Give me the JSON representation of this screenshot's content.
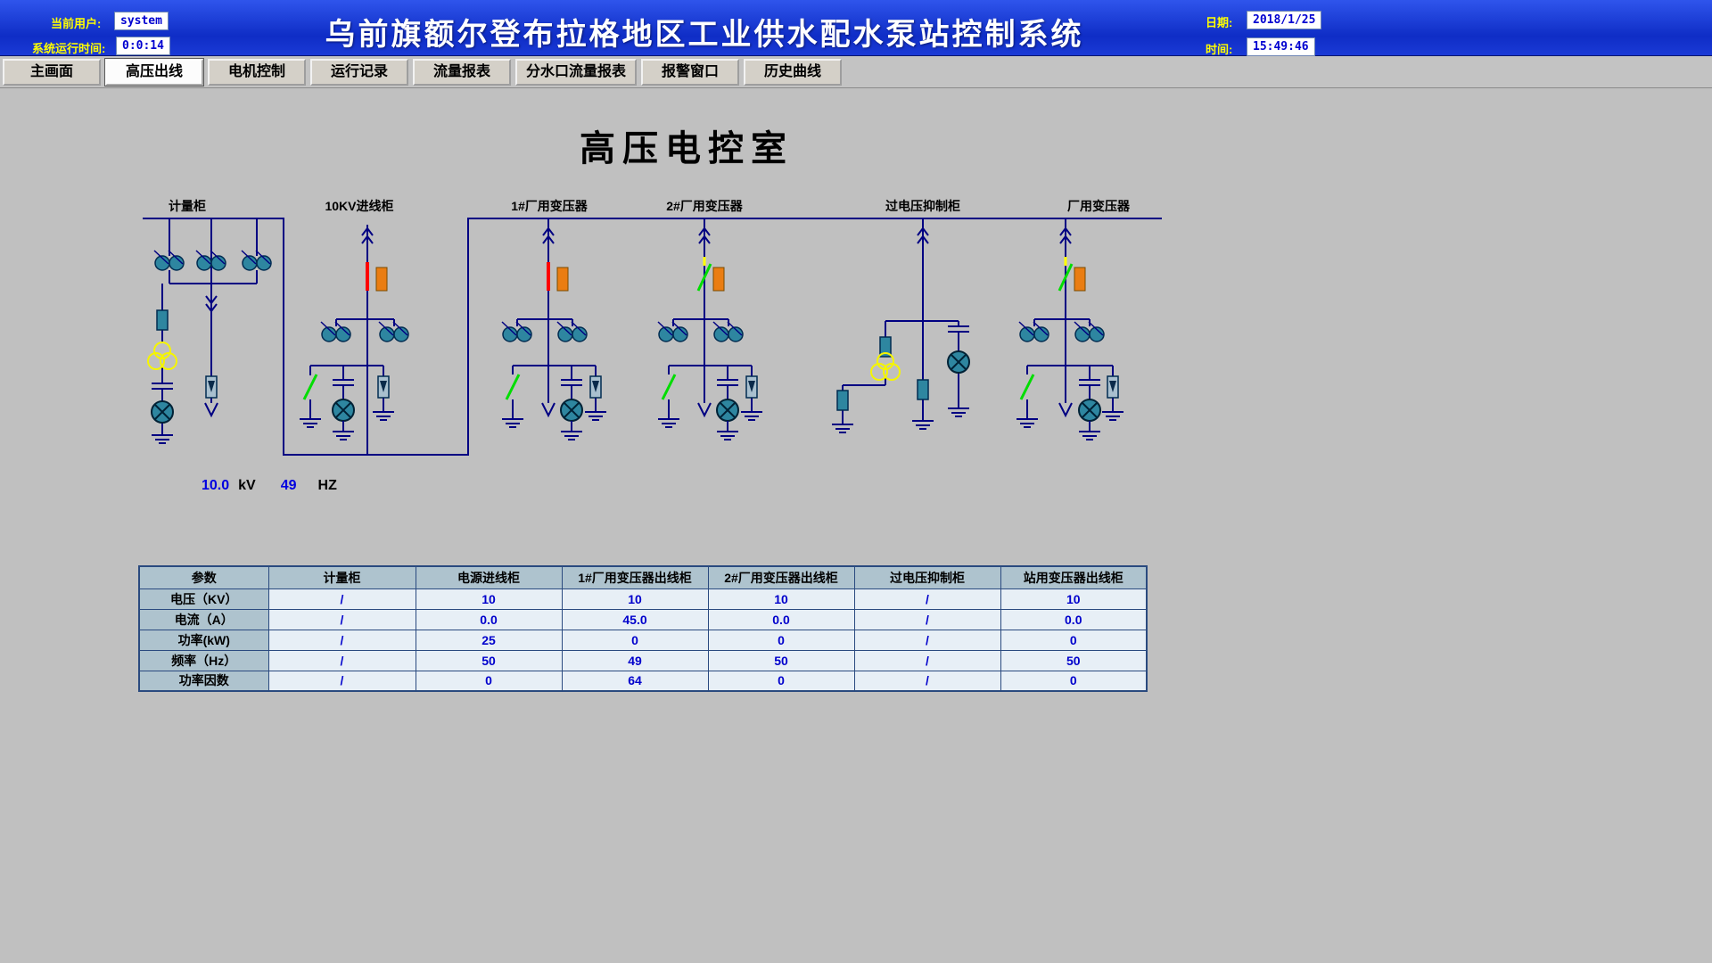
{
  "header": {
    "user_label": "当前用户:",
    "user_value": "system",
    "runtime_label": "系统运行时间:",
    "runtime_value": "0:0:14",
    "title": "乌前旗额尔登布拉格地区工业供水配水泵站控制系统",
    "date_label": "日期:",
    "date_value": "2018/1/25",
    "time_label": "时间:",
    "time_value": "15:49:46"
  },
  "nav": {
    "tabs": [
      {
        "label": "主画面",
        "active": false
      },
      {
        "label": "高压出线",
        "active": true
      },
      {
        "label": "电机控制",
        "active": false
      },
      {
        "label": "运行记录",
        "active": false
      },
      {
        "label": "流量报表",
        "active": false
      },
      {
        "label": "分水口流量报表",
        "active": false
      },
      {
        "label": "报警窗口",
        "active": false
      },
      {
        "label": "历史曲线",
        "active": false
      }
    ]
  },
  "main": {
    "title": "高压电控室",
    "bay_labels": [
      "计量柜",
      "10KV进线柜",
      "1#厂用变压器",
      "2#厂用变压器",
      "过电压抑制柜",
      "厂用变压器"
    ],
    "bus_reading": {
      "voltage": "10.0",
      "voltage_unit": "kV",
      "frequency": "49",
      "frequency_unit": "HZ"
    }
  },
  "table": {
    "headers": [
      "参数",
      "计量柜",
      "电源进线柜",
      "1#厂用变压器出线柜",
      "2#厂用变压器出线柜",
      "过电压抑制柜",
      "站用变压器出线柜"
    ],
    "rows": [
      {
        "label": "电压（KV）",
        "values": [
          "/",
          "10",
          "10",
          "10",
          "/",
          "10"
        ]
      },
      {
        "label": "电流（A）",
        "values": [
          "/",
          "0.0",
          "45.0",
          "0.0",
          "/",
          "0.0"
        ]
      },
      {
        "label": "功率(kW)",
        "values": [
          "/",
          "25",
          "0",
          "0",
          "/",
          "0"
        ]
      },
      {
        "label": "频率（Hz）",
        "values": [
          "/",
          "50",
          "49",
          "50",
          "/",
          "50"
        ]
      },
      {
        "label": "功率因数",
        "values": [
          "/",
          "0",
          "64",
          "0",
          "/",
          "0"
        ]
      }
    ]
  },
  "colors": {
    "header_blue": "#1d3fd0",
    "label_yellow": "#ffff00",
    "value_blue": "#0000cc",
    "line_navy": "#000082",
    "symbol_teal": "#2e86a0",
    "breaker_orange": "#ea7d12",
    "switch_green": "#00dd00",
    "page_gray": "#c0c0c0"
  }
}
